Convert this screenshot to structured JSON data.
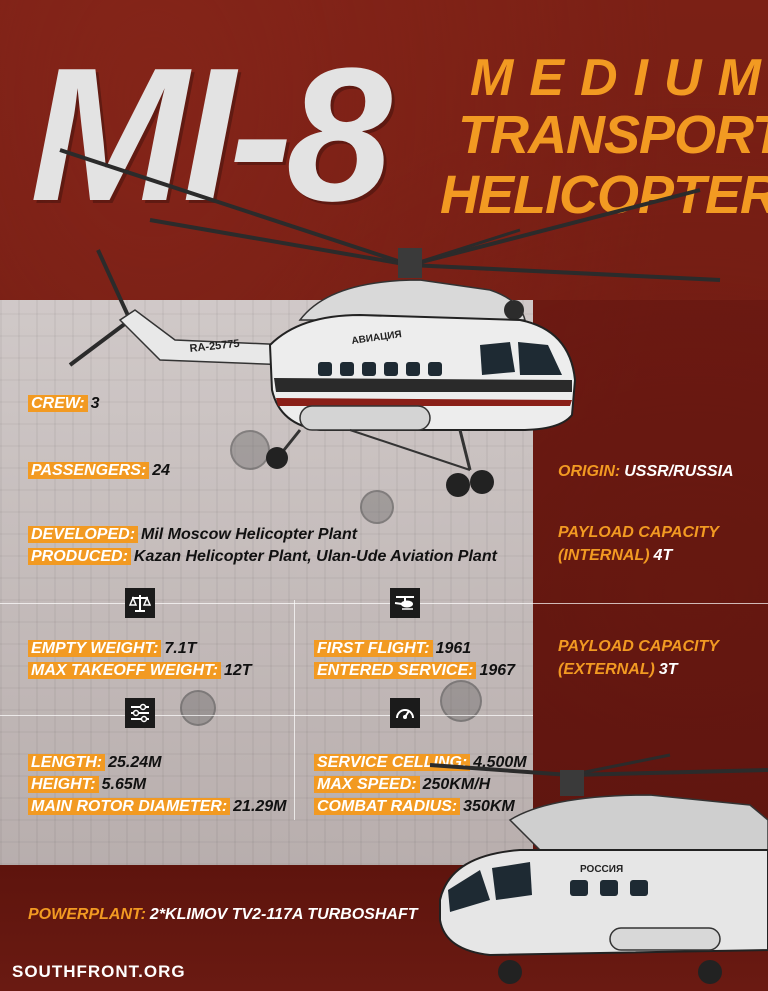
{
  "title": {
    "model": "MI-8",
    "line1": "MEDIUM",
    "line2": "TRANSPORT",
    "line3": "HELICOPTER"
  },
  "colors": {
    "accent": "#f29a22",
    "background": "#6e1a12",
    "panel": "#d4d4d4"
  },
  "specs_left": {
    "crew": {
      "label": "CREW:",
      "value": "3"
    },
    "passengers": {
      "label": "PASSENGERS:",
      "value": "24"
    },
    "developed": {
      "label": "DEVELOPED:",
      "value": "Mil Moscow Helicopter Plant"
    },
    "produced": {
      "label": "PRODUCED:",
      "value": "Kazan Helicopter Plant, Ulan-Ude Aviation Plant"
    },
    "empty_weight": {
      "label": "EMPTY WEIGHT:",
      "value": "7.1T"
    },
    "max_takeoff_weight": {
      "label": "MAX TAKEOFF WEIGHT:",
      "value": "12T"
    },
    "length": {
      "label": "LENGTH:",
      "value": "25.24M"
    },
    "height": {
      "label": "HEIGHT:",
      "value": "5.65M"
    },
    "main_rotor_diameter": {
      "label": "MAIN ROTOR DIAMETER:",
      "value": "21.29M"
    }
  },
  "specs_middle": {
    "first_flight": {
      "label": "FIRST FLIGHT:",
      "value": "1961"
    },
    "entered_service": {
      "label": "ENTERED SERVICE:",
      "value": "1967"
    },
    "service_ceiling": {
      "label": "SERVICE CELLING:",
      "value": "4,500M"
    },
    "max_speed": {
      "label": "MAX SPEED:",
      "value": "250KM/H"
    },
    "combat_radius": {
      "label": "COMBAT RADIUS:",
      "value": "350KM"
    }
  },
  "specs_right": {
    "origin": {
      "label": "ORIGIN:",
      "value": "USSR/RUSSIA"
    },
    "payload_internal": {
      "label1": "PAYLOAD CAPACITY",
      "label2": "(INTERNAL)",
      "value": "4T"
    },
    "payload_external": {
      "label1": "PAYLOAD CAPACITY",
      "label2": "(EXTERNAL)",
      "value": "3T"
    }
  },
  "powerplant": {
    "label": "POWERPLANT:",
    "value": "2*KLIMOV TV2-117A TURBOSHAFT"
  },
  "helicopter_main": {
    "registration": "RA-25775",
    "side_text": "АВИАЦИЯ"
  },
  "helicopter_bottom": {
    "side_text": "РОССИЯ"
  },
  "icons": [
    "scale-icon",
    "helicopter-icon",
    "sliders-icon",
    "speedometer-icon"
  ],
  "footer": {
    "site": "SOUTHFRONT.ORG"
  }
}
